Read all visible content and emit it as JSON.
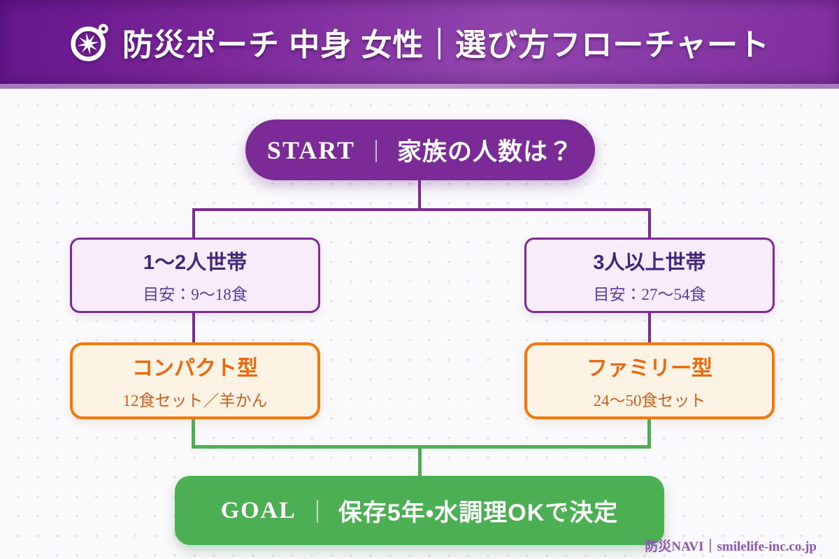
{
  "header": {
    "title": "防災ポーチ 中身 女性｜選び方フローチャート",
    "icon": "compass-icon"
  },
  "flow": {
    "start": {
      "en": "START",
      "sep": "｜",
      "ja": "家族の人数は？"
    },
    "branches": [
      {
        "decision": {
          "title": "1〜2人世帯",
          "subtitle": "目安：9〜18食"
        },
        "result": {
          "title": "コンパクト型",
          "subtitle": "12食セット／羊かん"
        }
      },
      {
        "decision": {
          "title": "3人以上世帯",
          "subtitle": "目安：27〜54食"
        },
        "result": {
          "title": "ファミリー型",
          "subtitle": "24〜50食セット"
        }
      }
    ],
    "goal": {
      "en": "GOAL",
      "sep": "｜",
      "ja": "保存5年・水調理OKで決定"
    }
  },
  "footer": {
    "credit": "防災NAVI｜smilelife-inc.co.jp"
  },
  "colors": {
    "header_purple": "#7c2898",
    "header_accent_strip": "#b88fd0",
    "node_purple": "#7b2b96",
    "connector_purple": "#7b2b96",
    "decision_bg": "#f6ecfa",
    "decision_title": "#44267c",
    "decision_subtitle": "#5c3a9b",
    "result_border": "#f1770e",
    "result_bg": "#fdf3e4",
    "result_title": "#e8690e",
    "result_subtitle": "#cc5e1c",
    "goal_green": "#4caf54",
    "footer_text": "#8d55b3",
    "page_bg": "#faf9fb",
    "dot_grid": "#e4daee"
  }
}
